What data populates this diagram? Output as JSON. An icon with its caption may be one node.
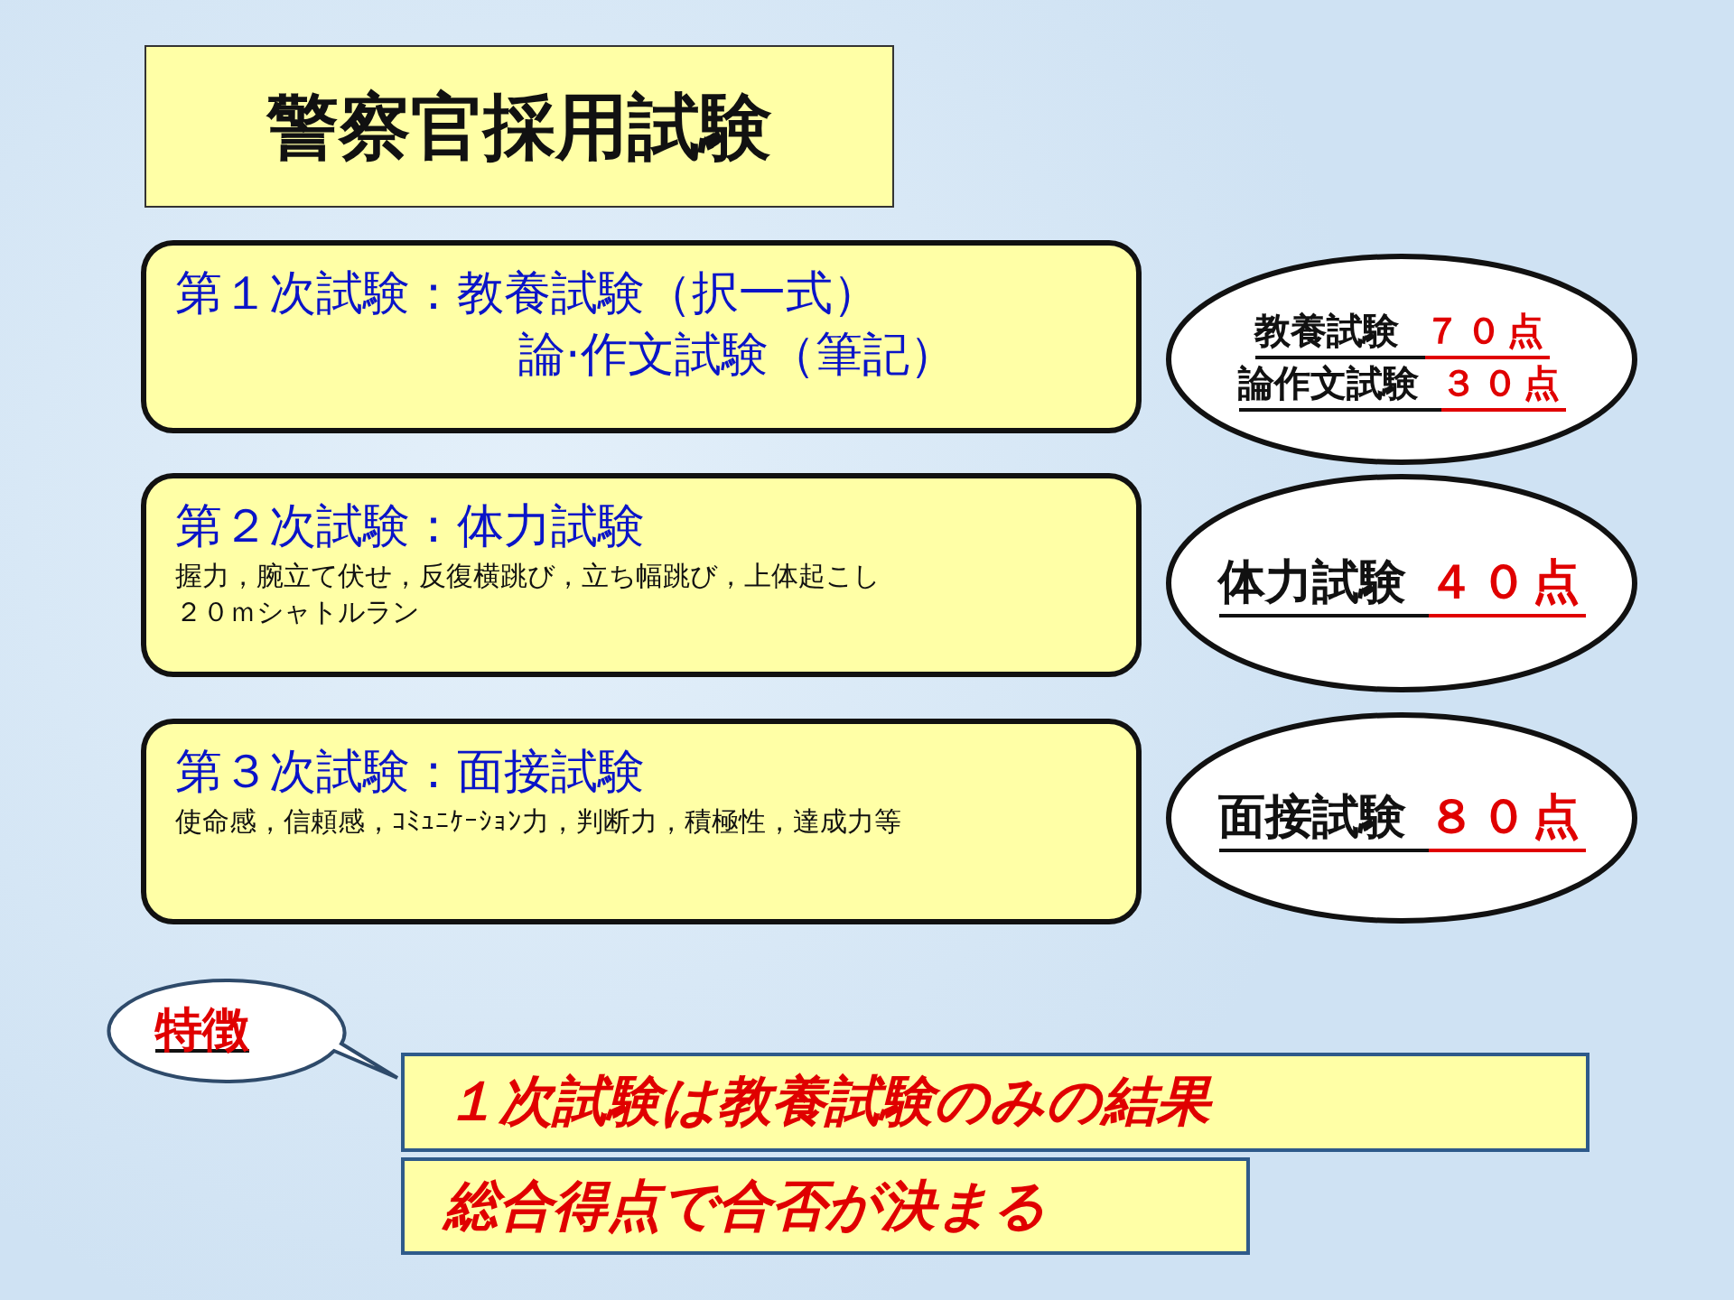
{
  "diagram": {
    "title": "警察官採用試験",
    "nodes": [
      {
        "text": [
          "第１次試験：教養試験（択一式）",
          "論·作文試験（筆記）"
        ]
      },
      {
        "text": [
          "教養試験",
          "７０点",
          "論作文試験",
          "３０点"
        ]
      },
      {
        "text": [
          "第２次試験：体力試験",
          "握力，腕立て伏せ，反復横跳び，立ち幅跳び，上体起こし",
          "２０ｍシャトルラン"
        ]
      },
      {
        "text": [
          "体力試験",
          "４０点"
        ]
      },
      {
        "text": [
          "第３次試験：面接試験",
          "使命感，信頼感，ｺﾐｭﾆｹｰｼｮﾝ力，判断力，積極性，達成力等"
        ]
      },
      {
        "text": [
          "面接試験",
          "８０点"
        ]
      },
      {
        "text": [
          "特徴"
        ]
      },
      {
        "text": [
          "１次試験は教養試験のみの結果"
        ]
      },
      {
        "text": [
          "総合得点で合否が決まる"
        ]
      }
    ]
  }
}
